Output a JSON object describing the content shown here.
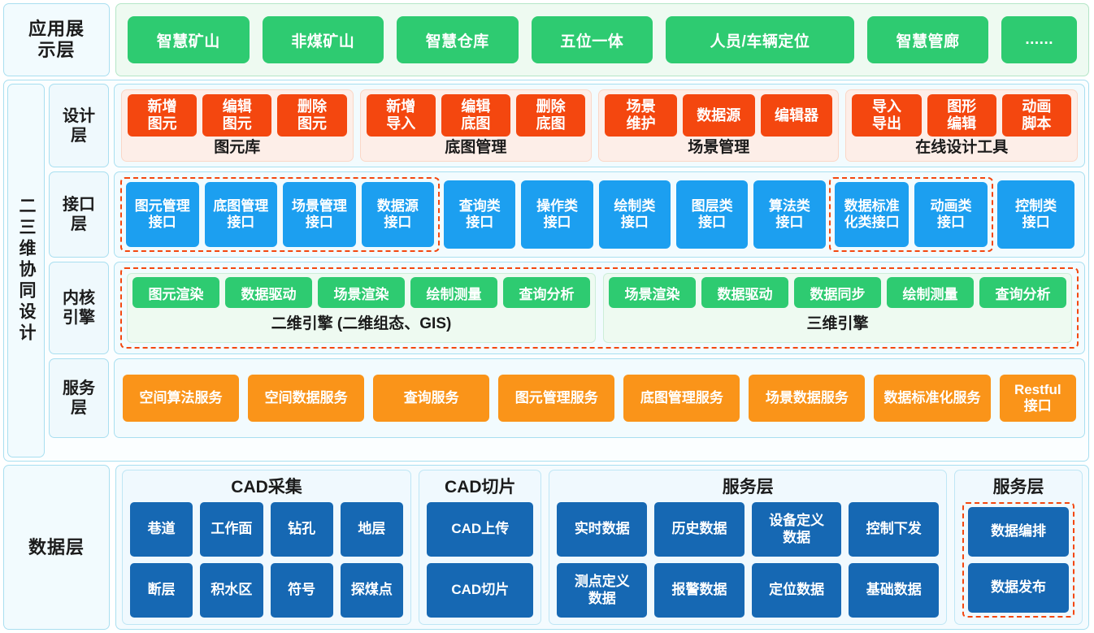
{
  "application_layer": {
    "label": "应用展\n示层",
    "items": [
      {
        "label": "智慧矿山",
        "size": "normal"
      },
      {
        "label": "非煤矿山",
        "size": "normal"
      },
      {
        "label": "智慧仓库",
        "size": "normal"
      },
      {
        "label": "五位一体",
        "size": "normal"
      },
      {
        "label": "人员/车辆定位",
        "size": "wide"
      },
      {
        "label": "智慧管廊",
        "size": "normal"
      },
      {
        "label": "......",
        "size": "narrow"
      }
    ]
  },
  "vertical_label": "二三维协同设计",
  "design_layer": {
    "label": "设计\n层",
    "groups": [
      {
        "caption": "图元库",
        "items": [
          "新增\n图元",
          "编辑\n图元",
          "删除\n图元"
        ]
      },
      {
        "caption": "底图管理",
        "items": [
          "新增\n导入",
          "编辑\n底图",
          "删除\n底图"
        ]
      },
      {
        "caption": "场景管理",
        "items": [
          "场景\n维护",
          "数据源",
          "编辑器"
        ]
      },
      {
        "caption": "在线设计工具",
        "items": [
          "导入\n导出",
          "图形\n编辑",
          "动画\n脚本"
        ]
      }
    ]
  },
  "interface_layer": {
    "label": "接口\n层",
    "segments": [
      {
        "dashed": true,
        "items": [
          "图元管理\n接口",
          "底图管理\n接口",
          "场景管理\n接口",
          "数据源\n接口"
        ]
      },
      {
        "dashed": false,
        "items": [
          "查询类\n接口",
          "操作类\n接口",
          "绘制类\n接口",
          "图层类\n接口",
          "算法类\n接口"
        ]
      },
      {
        "dashed": true,
        "items": [
          "数据标准\n化类接口",
          "动画类\n接口"
        ]
      },
      {
        "dashed": false,
        "items": [
          "控制类\n接口"
        ]
      }
    ]
  },
  "kernel_layer": {
    "label": "内核\n引擎",
    "engines": [
      {
        "caption": "二维引擎 (二维组态、GIS)",
        "items": [
          "图元渲染",
          "数据驱动",
          "场景渲染",
          "绘制测量",
          "查询分析"
        ]
      },
      {
        "caption": "三维引擎",
        "items": [
          "场景渲染",
          "数据驱动",
          "数据同步",
          "绘制测量",
          "查询分析"
        ]
      }
    ]
  },
  "service_layer": {
    "label": "服务\n层",
    "items": [
      {
        "label": "空间算法服务",
        "size": "normal"
      },
      {
        "label": "空间数据服务",
        "size": "normal"
      },
      {
        "label": "查询服务",
        "size": "normal"
      },
      {
        "label": "图元管理服务",
        "size": "normal"
      },
      {
        "label": "底图管理服务",
        "size": "normal"
      },
      {
        "label": "场景数据服务",
        "size": "normal"
      },
      {
        "label": "数据标准化服务",
        "size": "normal"
      },
      {
        "label": "Restful\n接口",
        "size": "slim"
      }
    ]
  },
  "data_layer": {
    "label": "数据层",
    "groups": [
      {
        "caption": "CAD采集",
        "dashed": false,
        "rows": [
          [
            "巷道",
            "工作面",
            "钻孔",
            "地层"
          ],
          [
            "断层",
            "积水区",
            "符号",
            "探煤点"
          ]
        ]
      },
      {
        "caption": "CAD切片",
        "dashed": false,
        "rows": [
          [
            "CAD上传"
          ],
          [
            "CAD切片"
          ]
        ]
      },
      {
        "caption": "服务层",
        "dashed": false,
        "rows": [
          [
            "实时数据",
            "历史数据",
            "设备定义\n数据",
            "控制下发"
          ],
          [
            "测点定义\n数据",
            "报警数据",
            "定位数据",
            "基础数据"
          ]
        ]
      },
      {
        "caption": "服务层",
        "dashed": true,
        "rows": [
          [
            "数据编排"
          ],
          [
            "数据发布"
          ]
        ]
      }
    ]
  },
  "colors": {
    "green": "#2ecb71",
    "orange_red": "#f4470f",
    "blue": "#1c9ff0",
    "amber": "#fa9419",
    "navy": "#1668b3",
    "panel_border": "#a9dff0",
    "panel_bg": "#f2fbfe"
  }
}
